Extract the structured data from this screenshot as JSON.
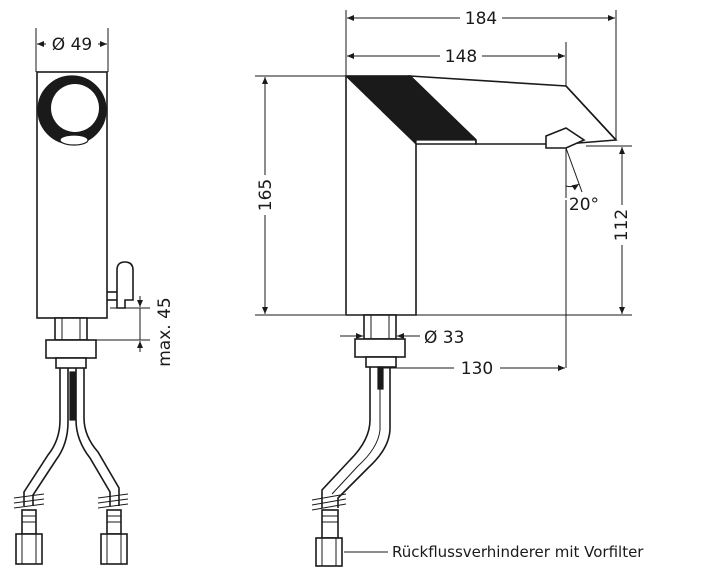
{
  "side_view": {
    "diameter_label": "Ø 49",
    "lever_height_label": "max. 45"
  },
  "front_view": {
    "overall_length_label": "184",
    "spout_length_label": "148",
    "height_label": "165",
    "outlet_height_label": "112",
    "angle_label": "20°",
    "base_diameter_label": "Ø 33",
    "outlet_reach_label": "130",
    "valve_note": "Rückflussverhinderer mit Vorfilter"
  },
  "colors": {
    "ink": "#1a1a1a",
    "paper": "#ffffff"
  }
}
